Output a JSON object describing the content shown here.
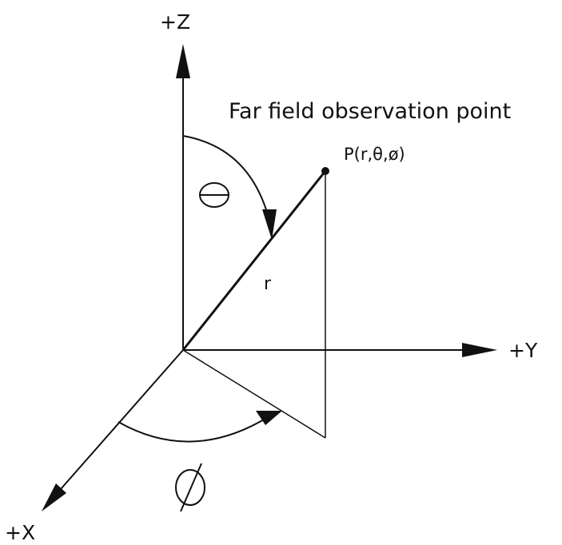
{
  "labels": {
    "z_axis": "+Z",
    "y_axis": "+Y",
    "x_axis": "+X",
    "title": "Far field observation point",
    "point": "P(r,θ,ø)",
    "radius": "r"
  },
  "colors": {
    "ink": "#111111",
    "background": "#ffffff"
  }
}
